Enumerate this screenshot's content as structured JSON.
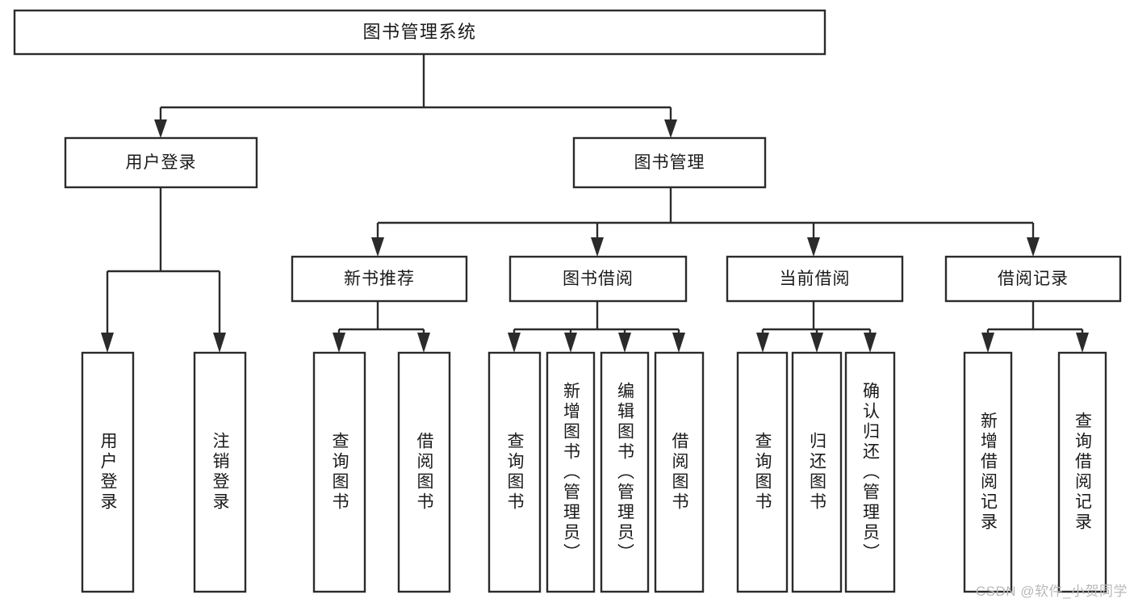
{
  "diagram": {
    "type": "tree",
    "title": "图书管理系统",
    "watermark": "CSDN @软件_小贺同学",
    "colors": {
      "box_stroke": "#2b2b2b",
      "box_fill": "#ffffff",
      "connector": "#2b2b2b",
      "text": "#1a1a1a",
      "watermark": "#b9b9b9",
      "background": "#ffffff"
    },
    "nodes": {
      "root": {
        "label": "图书管理系统"
      },
      "level2": [
        {
          "id": "user-login",
          "label": "用户登录"
        },
        {
          "id": "book-management",
          "label": "图书管理"
        }
      ],
      "level3": [
        {
          "id": "new-book-recommend",
          "label": "新书推荐"
        },
        {
          "id": "book-borrow",
          "label": "图书借阅"
        },
        {
          "id": "current-borrow",
          "label": "当前借阅"
        },
        {
          "id": "borrow-record",
          "label": "借阅记录"
        }
      ],
      "leaves": [
        {
          "id": "leaf-user-login",
          "label": "用户登录",
          "parent": "user-login"
        },
        {
          "id": "leaf-user-logout",
          "label": "注销登录",
          "parent": "user-login"
        },
        {
          "id": "leaf-query-book-1",
          "label": "查询图书",
          "parent": "new-book-recommend"
        },
        {
          "id": "leaf-borrow-book-1",
          "label": "借阅图书",
          "parent": "new-book-recommend"
        },
        {
          "id": "leaf-query-book-2",
          "label": "查询图书",
          "parent": "book-borrow"
        },
        {
          "id": "leaf-add-book",
          "label": "新增图书（管理员）",
          "parent": "book-borrow"
        },
        {
          "id": "leaf-edit-book",
          "label": "编辑图书（管理员）",
          "parent": "book-borrow"
        },
        {
          "id": "leaf-borrow-book-2",
          "label": "借阅图书",
          "parent": "book-borrow"
        },
        {
          "id": "leaf-query-book-3",
          "label": "查询图书",
          "parent": "current-borrow"
        },
        {
          "id": "leaf-return-book",
          "label": "归还图书",
          "parent": "current-borrow"
        },
        {
          "id": "leaf-confirm-return",
          "label": "确认归还（管理员）",
          "parent": "current-borrow"
        },
        {
          "id": "leaf-add-record",
          "label": "新增借阅记录",
          "parent": "borrow-record"
        },
        {
          "id": "leaf-query-record",
          "label": "查询借阅记录",
          "parent": "borrow-record"
        }
      ]
    }
  }
}
